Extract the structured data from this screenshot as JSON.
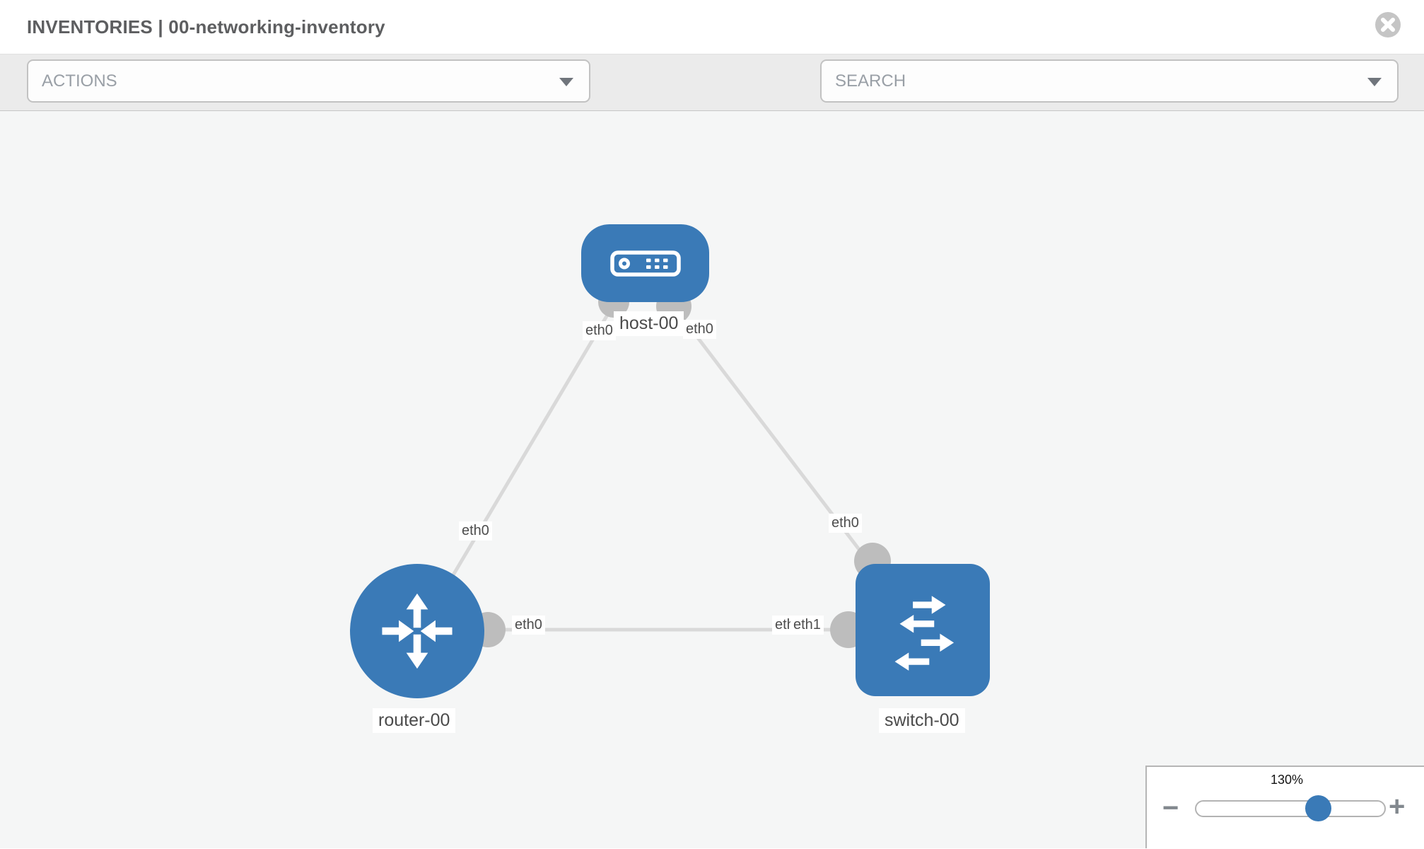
{
  "header": {
    "title": "INVENTORIES | 00-networking-inventory"
  },
  "toolbar": {
    "actions_label": "ACTIONS",
    "search_label": "SEARCH",
    "icons": [
      "wrench-icon",
      "key-icon"
    ]
  },
  "topology": {
    "nodes": [
      {
        "id": "host-00",
        "type": "host",
        "label": "host-00"
      },
      {
        "id": "router-00",
        "type": "router",
        "label": "router-00"
      },
      {
        "id": "switch-00",
        "type": "switch",
        "label": "switch-00"
      }
    ],
    "links": [
      {
        "from": "host-00",
        "from_if": "eth0",
        "to": "router-00",
        "to_if": "eth0"
      },
      {
        "from": "host-00",
        "from_if": "eth0",
        "to": "switch-00",
        "to_if": "eth0"
      },
      {
        "from": "router-00",
        "from_if": "eth0",
        "to": "switch-00",
        "to_if": "eth1"
      }
    ],
    "if_labels": [
      "eth0",
      "eth0",
      "eth0",
      "eth0",
      "eth0",
      "eth0",
      "eth1"
    ]
  },
  "zoom": {
    "level": "130%",
    "minus": "−",
    "plus": "+"
  },
  "colors": {
    "node_blue": "#3a7ab7",
    "link_gray": "#d9d9d9",
    "endpoint_gray": "#bdbdbd",
    "canvas_bg": "#f5f6f6"
  }
}
